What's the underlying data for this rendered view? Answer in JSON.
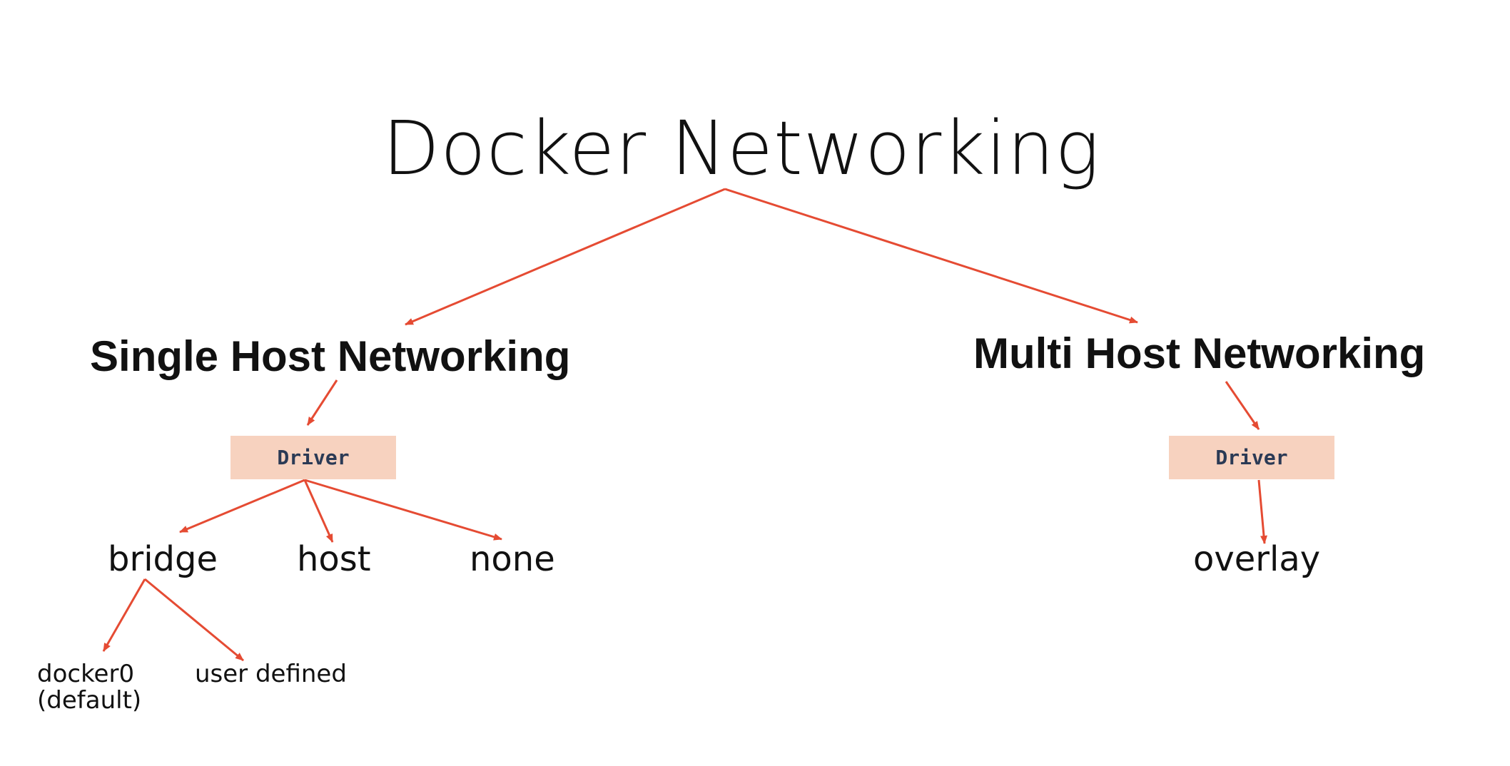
{
  "colors": {
    "arrow": "#e54b33",
    "driver_box": "#f7d2bf",
    "driver_text": "#2b3a55",
    "text": "#111111"
  },
  "title": "Docker Networking",
  "single_host": {
    "label": "Single Host Networking",
    "driver_label": "Driver",
    "drivers": [
      "bridge",
      "host",
      "none"
    ],
    "bridge_children": [
      {
        "line1": "docker0",
        "line2": "(default)"
      },
      {
        "line1": "user defined",
        "line2": ""
      }
    ]
  },
  "multi_host": {
    "label": "Multi Host Networking",
    "driver_label": "Driver",
    "drivers": [
      "overlay"
    ]
  }
}
